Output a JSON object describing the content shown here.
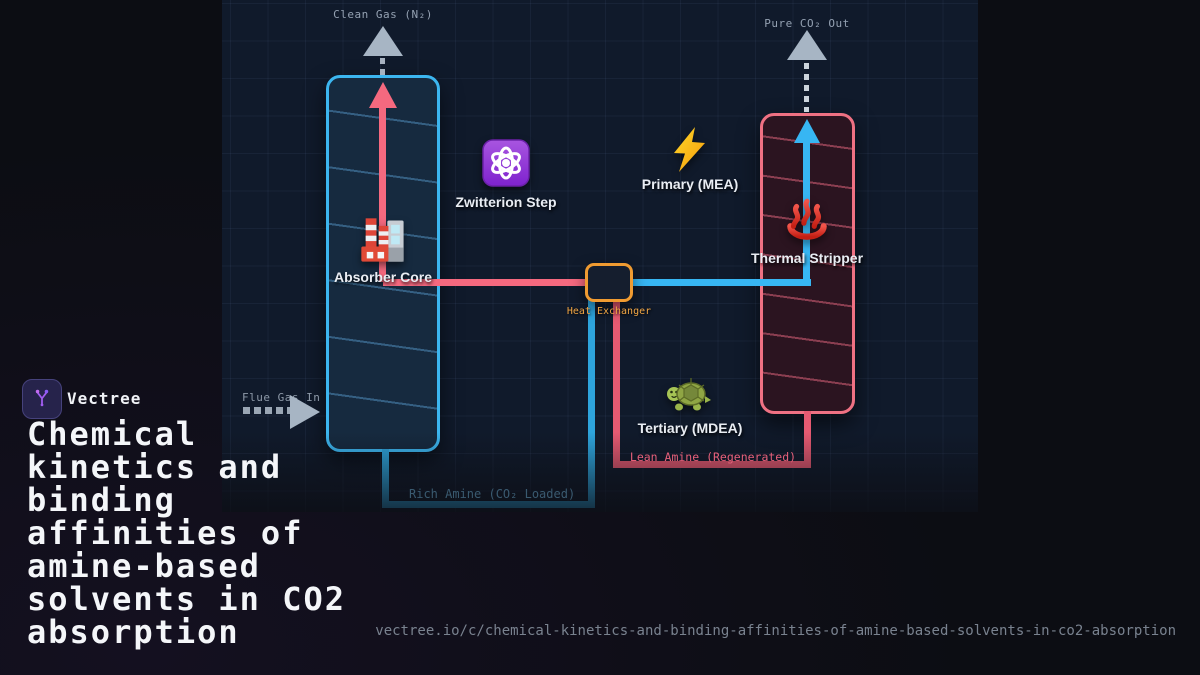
{
  "brand": {
    "name": "Vectree",
    "logo_icon": "vectree-branch-icon"
  },
  "title": "Chemical kinetics and binding affinities of amine-based solvents in CO2 absorption",
  "title_lines": [
    "Chemical",
    "kinetics and",
    "binding",
    "affinities of",
    "amine-based",
    "solvents in CO2",
    "absorption"
  ],
  "footer_url": "vectree.io/c/chemical-kinetics-and-binding-affinities-of-amine-based-solvents-in-co2-absorption",
  "diagram": {
    "labels": {
      "clean_gas": "Clean Gas (N₂)",
      "pure_co2": "Pure CO₂ Out",
      "flue_gas": "Flue Gas In",
      "absorber": "Absorber Core",
      "zwitterion": "Zwitterion Step",
      "primary_mea": "Primary (MEA)",
      "thermal_stripper": "Thermal Stripper",
      "heat_exchanger": "Heat Exchanger",
      "tertiary_mdea": "Tertiary (MDEA)",
      "lean_amine": "Lean Amine (Regenerated)",
      "rich_amine": "Rich Amine (CO₂ Loaded)"
    },
    "icons": {
      "absorber": "factory-icon",
      "zwitterion": "atom-icon",
      "primary_mea": "lightning-icon",
      "thermal_stripper": "hot-springs-icon",
      "tertiary_mdea": "turtle-icon"
    },
    "colors": {
      "absorber_border": "#3cb6f0",
      "stripper_border": "#ef7183",
      "heat_exchanger_border": "#f09b31",
      "hot_stream_pink": "#f5697f",
      "cold_stream_blue": "#37b6f3",
      "lean_amine_text": "#e6607a",
      "rich_amine_text": "#3a5a70",
      "gray_arrow": "#a7b5c4",
      "brand_purple": "#a15df0"
    }
  }
}
